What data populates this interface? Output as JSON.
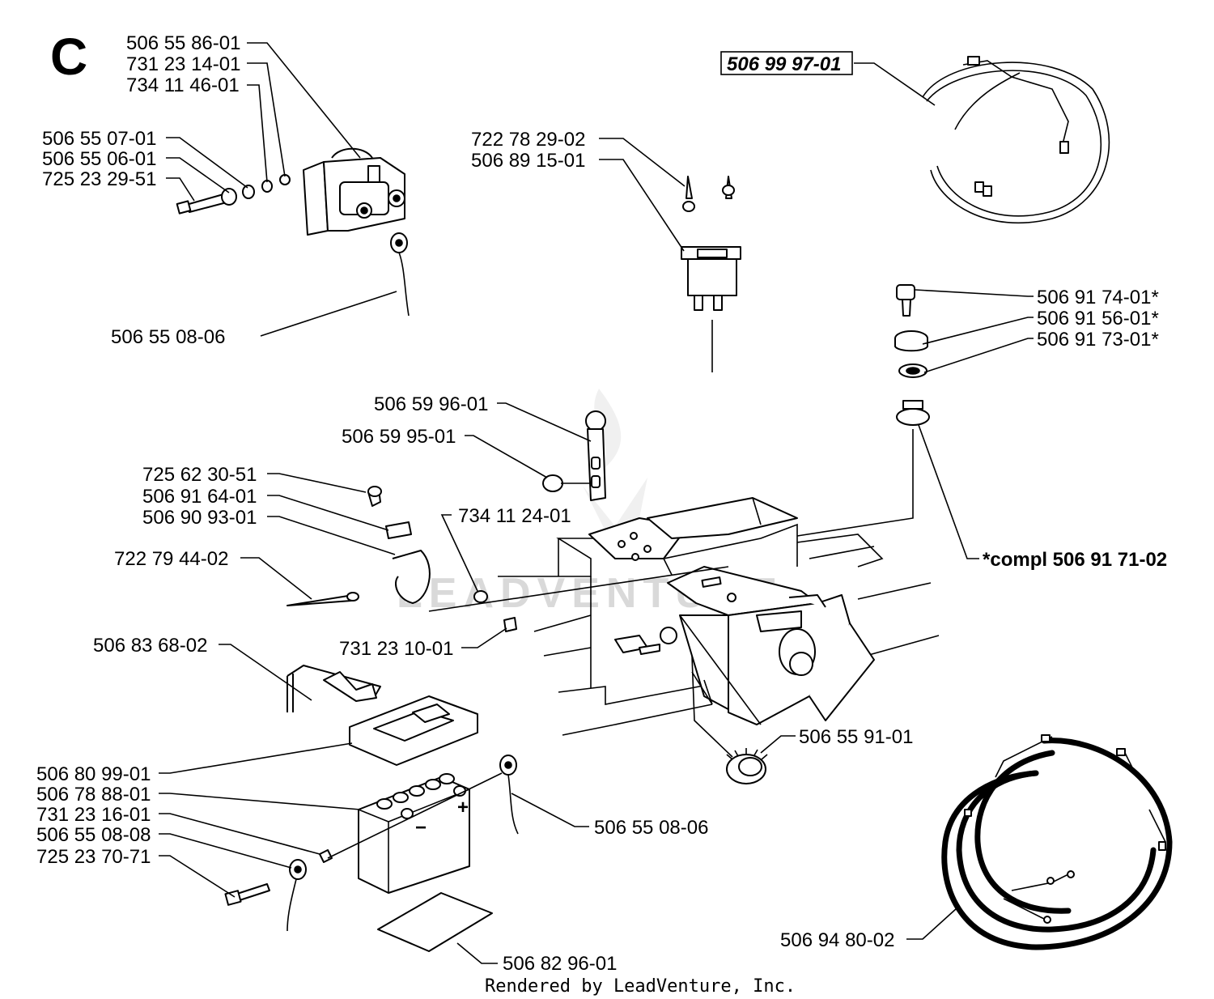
{
  "section_label": "C",
  "watermark": "LEADVENTURE",
  "footer": "Rendered by LeadVenture, Inc.",
  "parts": {
    "p1": "506 55 86-01",
    "p2": "731 23 14-01",
    "p3": "734 11 46-01",
    "p4": "506 55 07-01",
    "p5": "506 55 06-01",
    "p6": "725 23 29-51",
    "p7": "506 55 08-06",
    "p8": "506 99 97-01",
    "p9": "722 78 29-02",
    "p10": "506 89 15-01",
    "p11": "506 91 74-01*",
    "p12": "506 91 56-01*",
    "p13": "506 91 73-01*",
    "p14": "*compl 506 91 71-02",
    "p15": "506 59 96-01",
    "p16": "506 59 95-01",
    "p17": "725 62 30-51",
    "p18": "506 91 64-01",
    "p19": "506 90 93-01",
    "p20": "734 11 24-01",
    "p21": "722 79 44-02",
    "p22": "731 23 10-01",
    "p23": "506 83 68-02",
    "p24": "506 55 91-01",
    "p25": "506 80 99-01",
    "p26": "506 78 88-01",
    "p27": "731 23 16-01",
    "p28": "506 55 08-08",
    "p29": "725 23 70-71",
    "p30": "506 55 08-06",
    "p31": "506 94 80-02",
    "p32": "506 82 96-01"
  },
  "battery_marks": {
    "plus": "+",
    "minus": "−"
  }
}
